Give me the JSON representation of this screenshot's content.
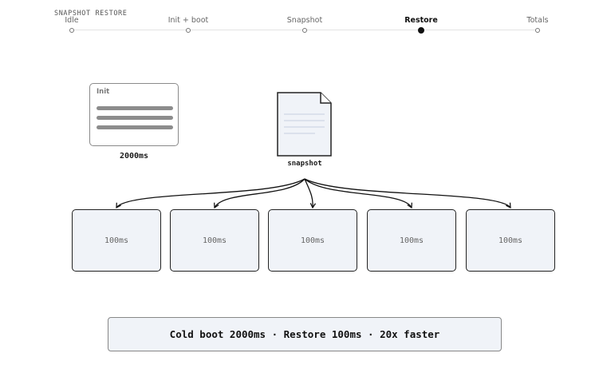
{
  "header": {
    "eyebrow": "SNAPSHOT RESTORE"
  },
  "steps": [
    {
      "label": "Idle",
      "active": false
    },
    {
      "label": "Init + boot",
      "active": false
    },
    {
      "label": "Snapshot",
      "active": false
    },
    {
      "label": "Restore",
      "active": true
    },
    {
      "label": "Totals",
      "active": false
    }
  ],
  "init": {
    "title": "Init",
    "time": "2000ms"
  },
  "snapshot": {
    "label": "snapshot"
  },
  "restores": [
    {
      "time": "100ms"
    },
    {
      "time": "100ms"
    },
    {
      "time": "100ms"
    },
    {
      "time": "100ms"
    },
    {
      "time": "100ms"
    }
  ],
  "summary": {
    "text": "Cold boot 2000ms · Restore 100ms · 20x faster"
  }
}
